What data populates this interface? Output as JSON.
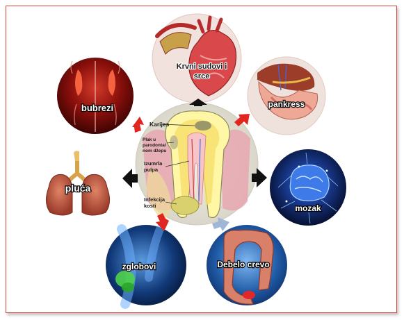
{
  "center": {
    "labels": {
      "karijes": "Karijes",
      "plak_1": "Plak u",
      "plak_2": "parodontal",
      "plak_3": "nom džepu",
      "izumrla_1": "Izumrla",
      "izumrla_2": "pulpa",
      "infekcija_1": "Infekcija",
      "infekcija_2": "kosti"
    }
  },
  "organs": {
    "heart": {
      "label_1": "Krvni sudovi i",
      "label_2": "srce"
    },
    "pancreas": {
      "label": "pankress"
    },
    "brain": {
      "label": "mozak"
    },
    "colon": {
      "label": "Debelo crevo"
    },
    "joints": {
      "label": "zglobovi"
    },
    "lungs": {
      "label": "pluća"
    },
    "kidneys": {
      "label": "bubrezi"
    }
  },
  "colors": {
    "frame_border": "#d9413a",
    "arrow_black": "#111111",
    "arrow_red": "#e0261e",
    "arrow_blue": "#9fb6d6"
  }
}
